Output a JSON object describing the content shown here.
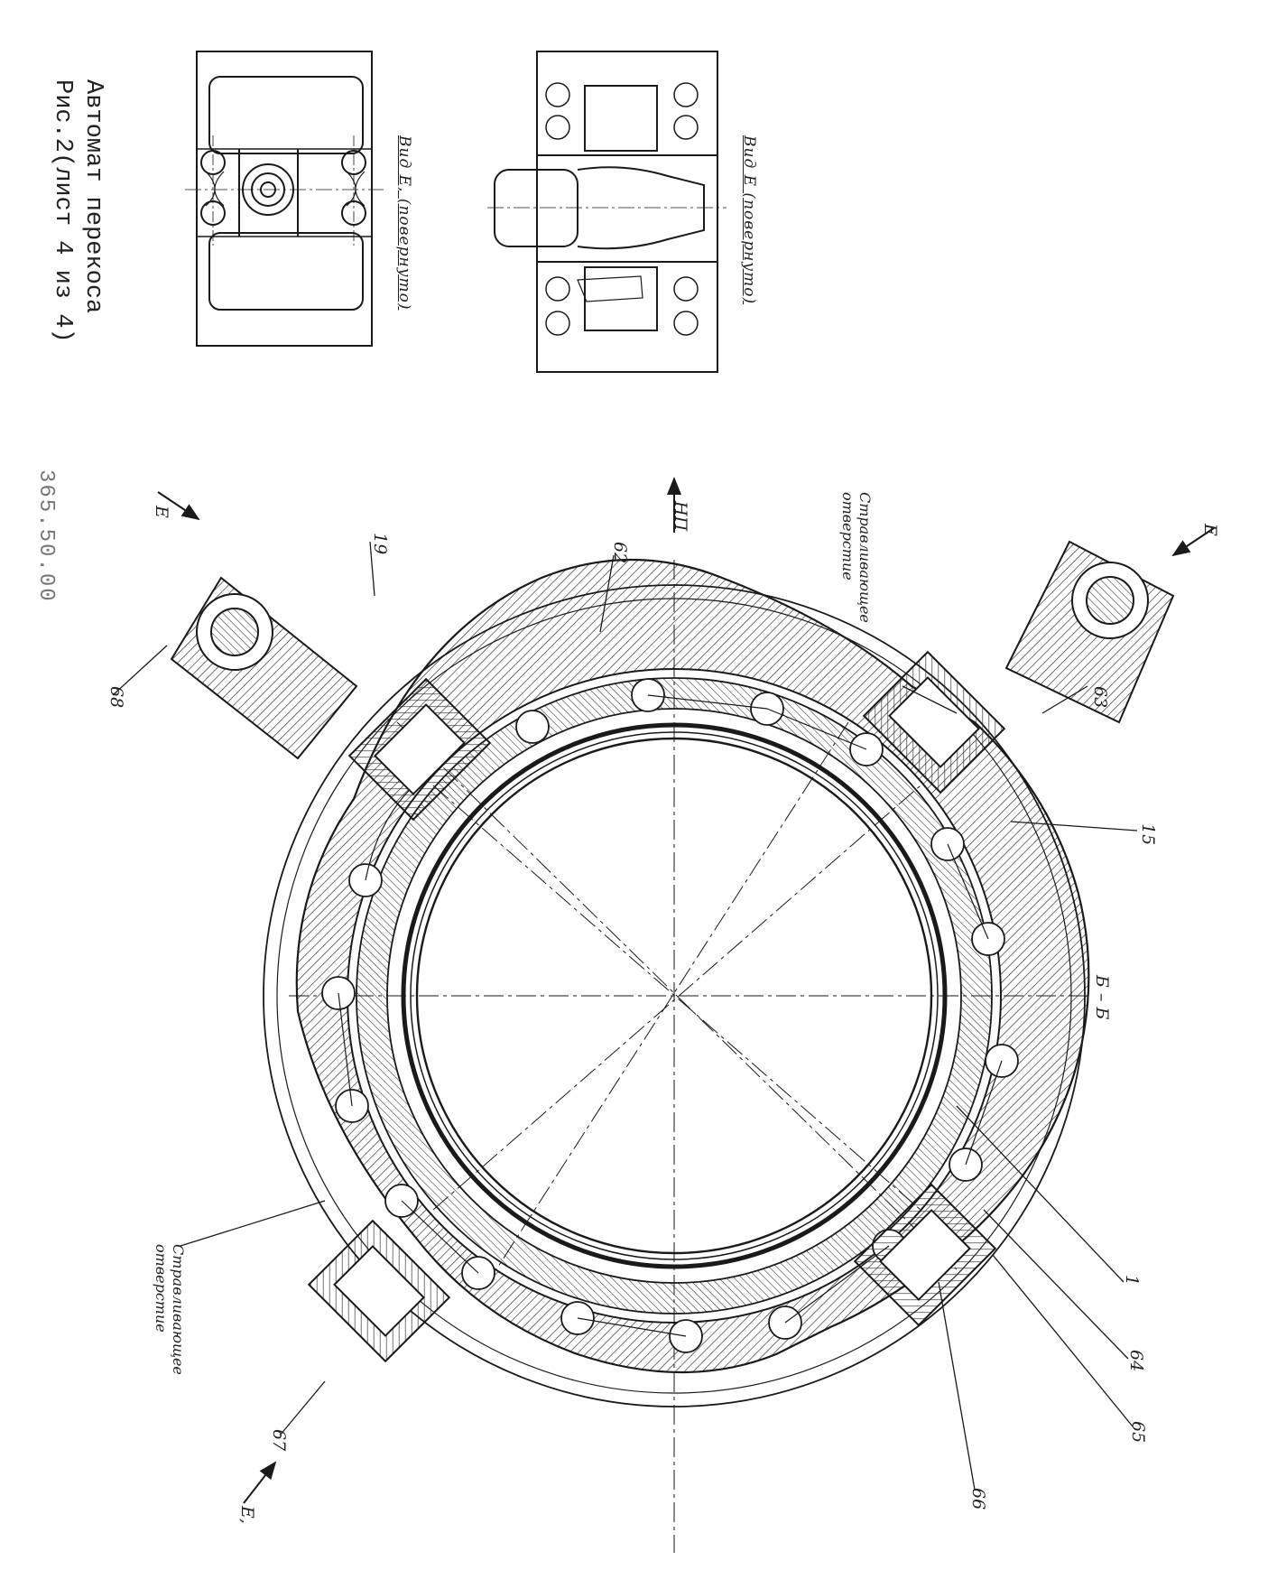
{
  "caption": {
    "line1": "Автомат перекоса",
    "line2": "Рис.2(лист 4 из 4)"
  },
  "doc_number": "365.50.00",
  "view_titles": {
    "view_e": "Вид Е (повернуто)",
    "view_e1": "Вид Е, (повернуто)"
  },
  "section_label": "Б – Б",
  "direction_label": "НП",
  "arrow_labels": {
    "e_top": "Е",
    "e_bottom": "Е",
    "e1": "Е,"
  },
  "notes": {
    "vent_hole_upper": "Стравливающее\nотверстие",
    "vent_hole_lower": "Стравливающее\nотверстие"
  },
  "callouts": {
    "p1": "1",
    "p15": "15",
    "p19": "19",
    "p62": "62",
    "p63": "63",
    "p64": "64",
    "p65": "65",
    "p66": "66",
    "p67": "67",
    "p68": "68"
  },
  "colors": {
    "ink": "#1a1a1a",
    "paper": "#ffffff",
    "hatch": "#2a2a2a"
  }
}
